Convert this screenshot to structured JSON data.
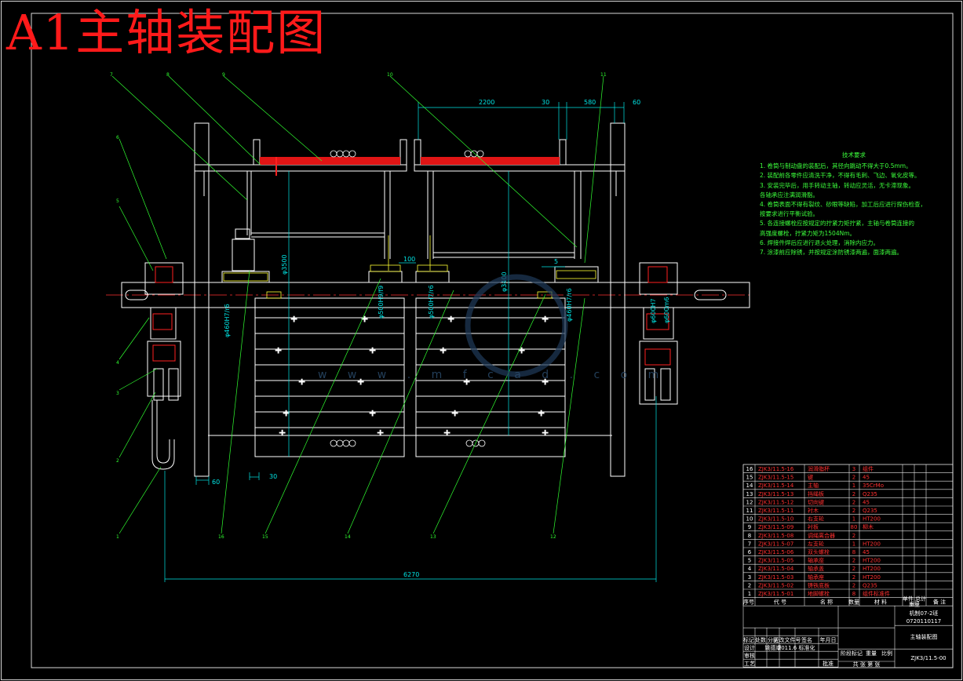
{
  "title": "A1主轴装配图",
  "dims": {
    "d2200": "2200",
    "d30a": "30",
    "d580": "580",
    "d60a": "60",
    "d100": "100",
    "d5": "5",
    "d60b": "60",
    "d30b": "30",
    "d6270": "6270",
    "phi3500": "φ3500",
    "phi3400": "φ3400",
    "phi460": "φ460H7/r6",
    "phi500a": "φ500H9/f9",
    "phi500b": "φ500H7/r6",
    "phi460b": "φ460H7/r6",
    "phi600": "φ600H7",
    "phi600b": "φ600m6"
  },
  "balloons": [
    "1",
    "2",
    "3",
    "4",
    "5",
    "6",
    "7",
    "8",
    "9",
    "10",
    "11",
    "12",
    "13",
    "14",
    "15",
    "16"
  ],
  "tech_req": {
    "heading": "技术要求",
    "items": [
      "1. 卷筒与制动盘的装配后，其径向跳动不得大于0.5mm。",
      "2. 装配前各零件应清洗干净，不得有毛刺、飞边、氧化皮等。",
      "3. 安装完毕后，用手转动主轴，转动应灵活，无卡滞现象。",
      "   各轴承应注满润滑脂。",
      "4. 卷筒表面不得有裂纹、砂眼等缺陷，加工后应进行探伤检查，",
      "   按要求进行平衡试验。",
      "5. 各连接螺栓应按规定的拧紧力矩拧紧，主轴与卷筒连接的",
      "   高强度螺栓，拧紧力矩为1504Nm。",
      "6. 焊接件焊后应进行退火处理，消除内应力。",
      "7. 涂漆前应除锈，并按规定涂防锈漆两遍，面漆两遍。"
    ]
  },
  "watermark": "w w w . m f c a d . c o m",
  "bom": {
    "rows": [
      {
        "no": "16",
        "code": "ZJK3/11.5-16",
        "name": "润滑脂杯",
        "qty": "3",
        "mat": "组件",
        "note": ""
      },
      {
        "no": "15",
        "code": "ZJK3/11.5-15",
        "name": "键",
        "qty": "2",
        "mat": "45",
        "note": ""
      },
      {
        "no": "14",
        "code": "ZJK3/11.5-14",
        "name": "主轴",
        "qty": "1",
        "mat": "35CrMo",
        "note": ""
      },
      {
        "no": "13",
        "code": "ZJK3/11.5-13",
        "name": "挡绳板",
        "qty": "2",
        "mat": "Q235",
        "note": ""
      },
      {
        "no": "12",
        "code": "ZJK3/11.5-12",
        "name": "切向键",
        "qty": "2",
        "mat": "45",
        "note": ""
      },
      {
        "no": "11",
        "code": "ZJK3/11.5-11",
        "name": "衬木",
        "qty": "2",
        "mat": "Q235",
        "note": ""
      },
      {
        "no": "10",
        "code": "ZJK3/11.5-10",
        "name": "右支轮",
        "qty": "1",
        "mat": "HT200",
        "note": ""
      },
      {
        "no": "9",
        "code": "ZJK3/11.5-09",
        "name": "衬板",
        "qty": "80",
        "mat": "柳木",
        "note": ""
      },
      {
        "no": "8",
        "code": "ZJK3/11.5-08",
        "name": "调绳离合器",
        "qty": "2",
        "mat": "",
        "note": ""
      },
      {
        "no": "7",
        "code": "ZJK3/11.5-07",
        "name": "左支轮",
        "qty": "1",
        "mat": "HT200",
        "note": ""
      },
      {
        "no": "6",
        "code": "ZJK3/11.5-06",
        "name": "双头螺栓",
        "qty": "8",
        "mat": "45",
        "note": ""
      },
      {
        "no": "5",
        "code": "ZJK3/11.5-05",
        "name": "轴承座",
        "qty": "2",
        "mat": "HT200",
        "note": ""
      },
      {
        "no": "4",
        "code": "ZJK3/11.5-04",
        "name": "轴承盖",
        "qty": "2",
        "mat": "HT200",
        "note": ""
      },
      {
        "no": "3",
        "code": "ZJK3/11.5-03",
        "name": "轴承座",
        "qty": "2",
        "mat": "HT200",
        "note": ""
      },
      {
        "no": "2",
        "code": "ZJK3/11.5-02",
        "name": "铸铁底板",
        "qty": "2",
        "mat": "Q235",
        "note": ""
      },
      {
        "no": "1",
        "code": "ZJK3/11.5-01",
        "name": "地脚螺栓",
        "qty": "8",
        "mat": "组件标准件",
        "note": ""
      }
    ],
    "header": {
      "no": "序号",
      "code": "代 号",
      "name": "名 称",
      "qty": "数量",
      "mat": "材 料",
      "w": "单件 总计",
      "wt": "重量",
      "note": "备 注"
    },
    "title_block": {
      "school": "机制07-2班",
      "student_no": "0720110117",
      "drawing_name": "主轴装配图",
      "drawing_no": "ZJK3/11.5-00",
      "row_labels": [
        "标记",
        "处数",
        "分区",
        "更改文件号",
        "签名",
        "年月日"
      ],
      "design": "设计",
      "designer": "姚德顺",
      "date": "2011.6",
      "std": "标准化",
      "review": "审核",
      "process": "工艺",
      "approve": "批准",
      "stage": "阶段标记",
      "weight": "重量",
      "scale": "比例",
      "sheet": "共 张 第 张"
    }
  },
  "colors": {
    "bg": "#000000",
    "line": "#ffffff",
    "dim": "#00e5e5",
    "leader": "#30ff30",
    "red": "#ff2020",
    "yellow": "#ffff33",
    "frame": "#e8e8e8"
  }
}
